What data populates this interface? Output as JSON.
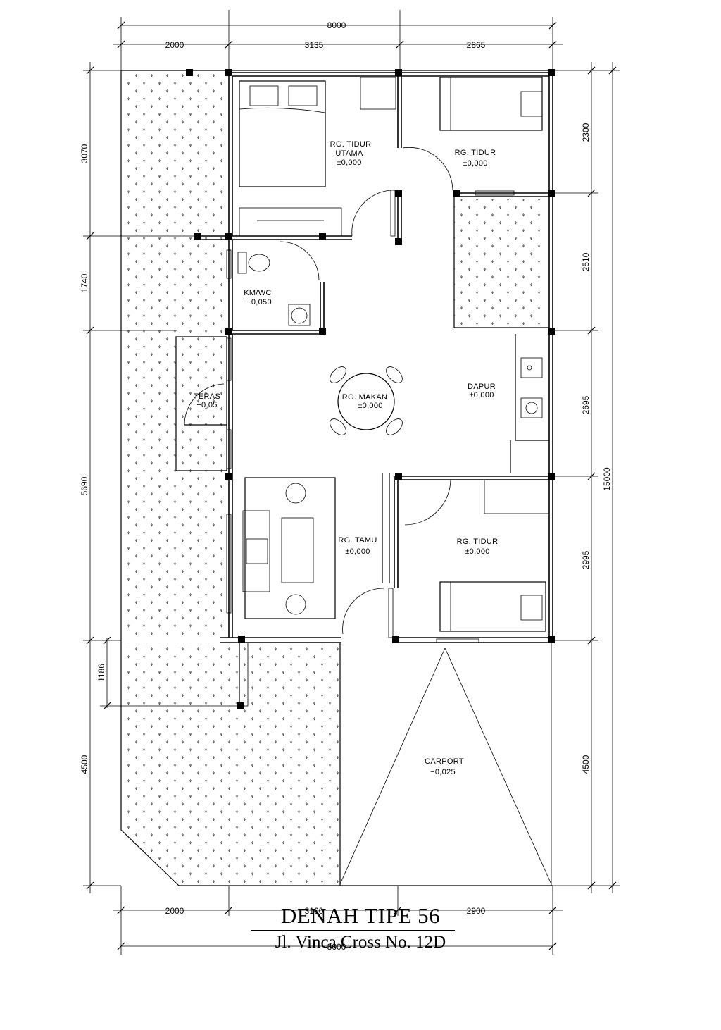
{
  "dimensions": {
    "top_total": "8000",
    "top_segments": [
      "2000",
      "3135",
      "2865"
    ],
    "bottom_segments": [
      "2000",
      "3100",
      "2900"
    ],
    "bottom_total": "8000",
    "left_segments": [
      "3070",
      "1740",
      "5690",
      "1186",
      "4500"
    ],
    "right_segments": [
      "2300",
      "2510",
      "2695",
      "2995",
      "4500"
    ],
    "right_total": "15000"
  },
  "rooms": {
    "master_bedroom": {
      "name": "RG. TIDUR",
      "name2": "UTAMA",
      "level": "±0,000"
    },
    "bedroom_1": {
      "name": "RG. TIDUR",
      "level": "±0,000"
    },
    "bathroom": {
      "name": "KM/WC",
      "level": "−0,050"
    },
    "terrace": {
      "name": "TERAS",
      "level": "−0,05"
    },
    "dining": {
      "name": "RG. MAKAN",
      "level": "±0,000"
    },
    "kitchen": {
      "name": "DAPUR",
      "level": "±0,000"
    },
    "living": {
      "name": "RG. TAMU",
      "level": "±0,000"
    },
    "bedroom_2": {
      "name": "RG. TIDUR",
      "level": "±0,000"
    },
    "carport": {
      "name": "CARPORT",
      "level": "−0,025"
    }
  },
  "title": "DENAH TIPE 56",
  "subtitle": "Jl. Vinca Cross No. 12D"
}
